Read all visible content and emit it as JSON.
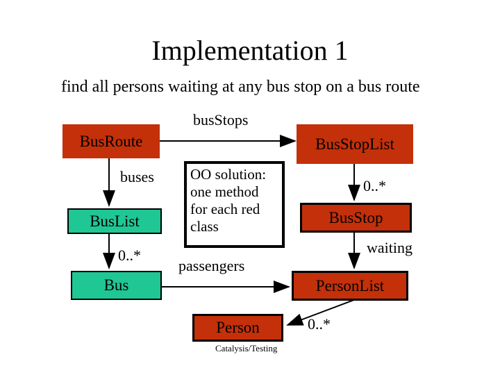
{
  "slide": {
    "title": "Implementation 1",
    "subtitle": "find all persons waiting at any bus stop on a bus route",
    "footer": "Catalysis/Testing"
  },
  "colors": {
    "red_class": "#c43009",
    "green_class": "#1fc795",
    "line": "#000000",
    "note_background": "#ffffff"
  },
  "diagram": {
    "nodes": {
      "bus_route": {
        "label": "BusRoute",
        "color_role": "red"
      },
      "bus_stop_list": {
        "label": "BusStopList",
        "color_role": "red"
      },
      "bus_list": {
        "label": "BusList",
        "color_role": "green"
      },
      "bus": {
        "label": "Bus",
        "color_role": "green"
      },
      "bus_stop": {
        "label": "BusStop",
        "color_role": "red"
      },
      "person_list": {
        "label": "PersonList",
        "color_role": "red"
      },
      "person": {
        "label": "Person",
        "color_role": "red"
      }
    },
    "labels": {
      "bus_stops": "busStops",
      "buses": "buses",
      "bus_multiplicity": "0..*",
      "bus_stop_multiplicity": "0..*",
      "person_multiplicity": "0..*",
      "passengers": "passengers",
      "waiting": "waiting"
    },
    "note": {
      "lines": [
        "OO solution:",
        "one method",
        "for each red",
        "class"
      ]
    },
    "edges": [
      {
        "from": "bus_route",
        "to": "bus_stop_list",
        "label": "busStops"
      },
      {
        "from": "bus_route",
        "to": "bus_list",
        "label": "buses"
      },
      {
        "from": "bus_list",
        "to": "bus",
        "label": "0..*"
      },
      {
        "from": "bus_stop_list",
        "to": "bus_stop",
        "label": "0..*"
      },
      {
        "from": "bus_stop",
        "to": "person_list",
        "label": "waiting"
      },
      {
        "from": "bus",
        "to": "person_list",
        "label": "passengers"
      },
      {
        "from": "person_list",
        "to": "person",
        "label": "0..*"
      }
    ]
  }
}
